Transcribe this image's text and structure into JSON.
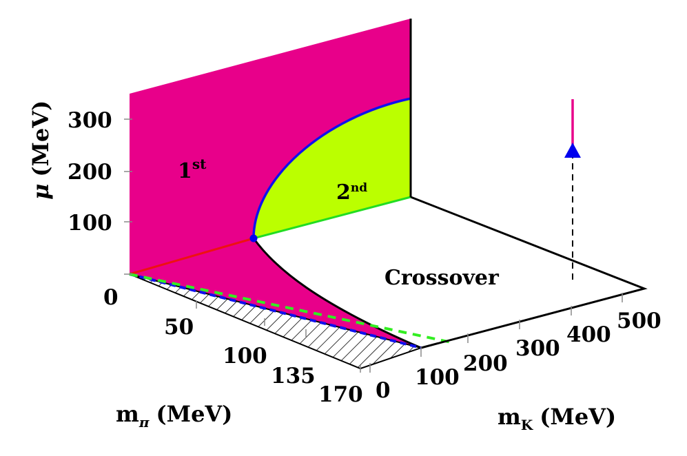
{
  "axes": {
    "mu": {
      "label_main": "μ",
      "label_unit": "(MeV)",
      "ticks": [
        "100",
        "200",
        "300"
      ],
      "origin_label": "0"
    },
    "mpi": {
      "label_main": "m",
      "label_sub": "π",
      "label_unit": "(MeV)",
      "ticks": [
        "50",
        "100",
        "135",
        "170"
      ]
    },
    "mk": {
      "label_main": "m",
      "label_sub": "K",
      "label_unit": "(MeV)",
      "ticks": [
        "0",
        "100",
        "200",
        "300",
        "400",
        "500"
      ]
    }
  },
  "regions": {
    "first_order": {
      "base": "1",
      "sup": "st"
    },
    "second_order": {
      "base": "2",
      "sup": "nd"
    },
    "crossover": "Crossover"
  },
  "colors": {
    "first_order": "#e8008a",
    "second_order": "#bbff00",
    "blue_line": "#1010ee",
    "red_line": "#ee1111",
    "green_line": "#22dd22",
    "green_dashed": "#33ee22",
    "marker": "#0000ee"
  }
}
